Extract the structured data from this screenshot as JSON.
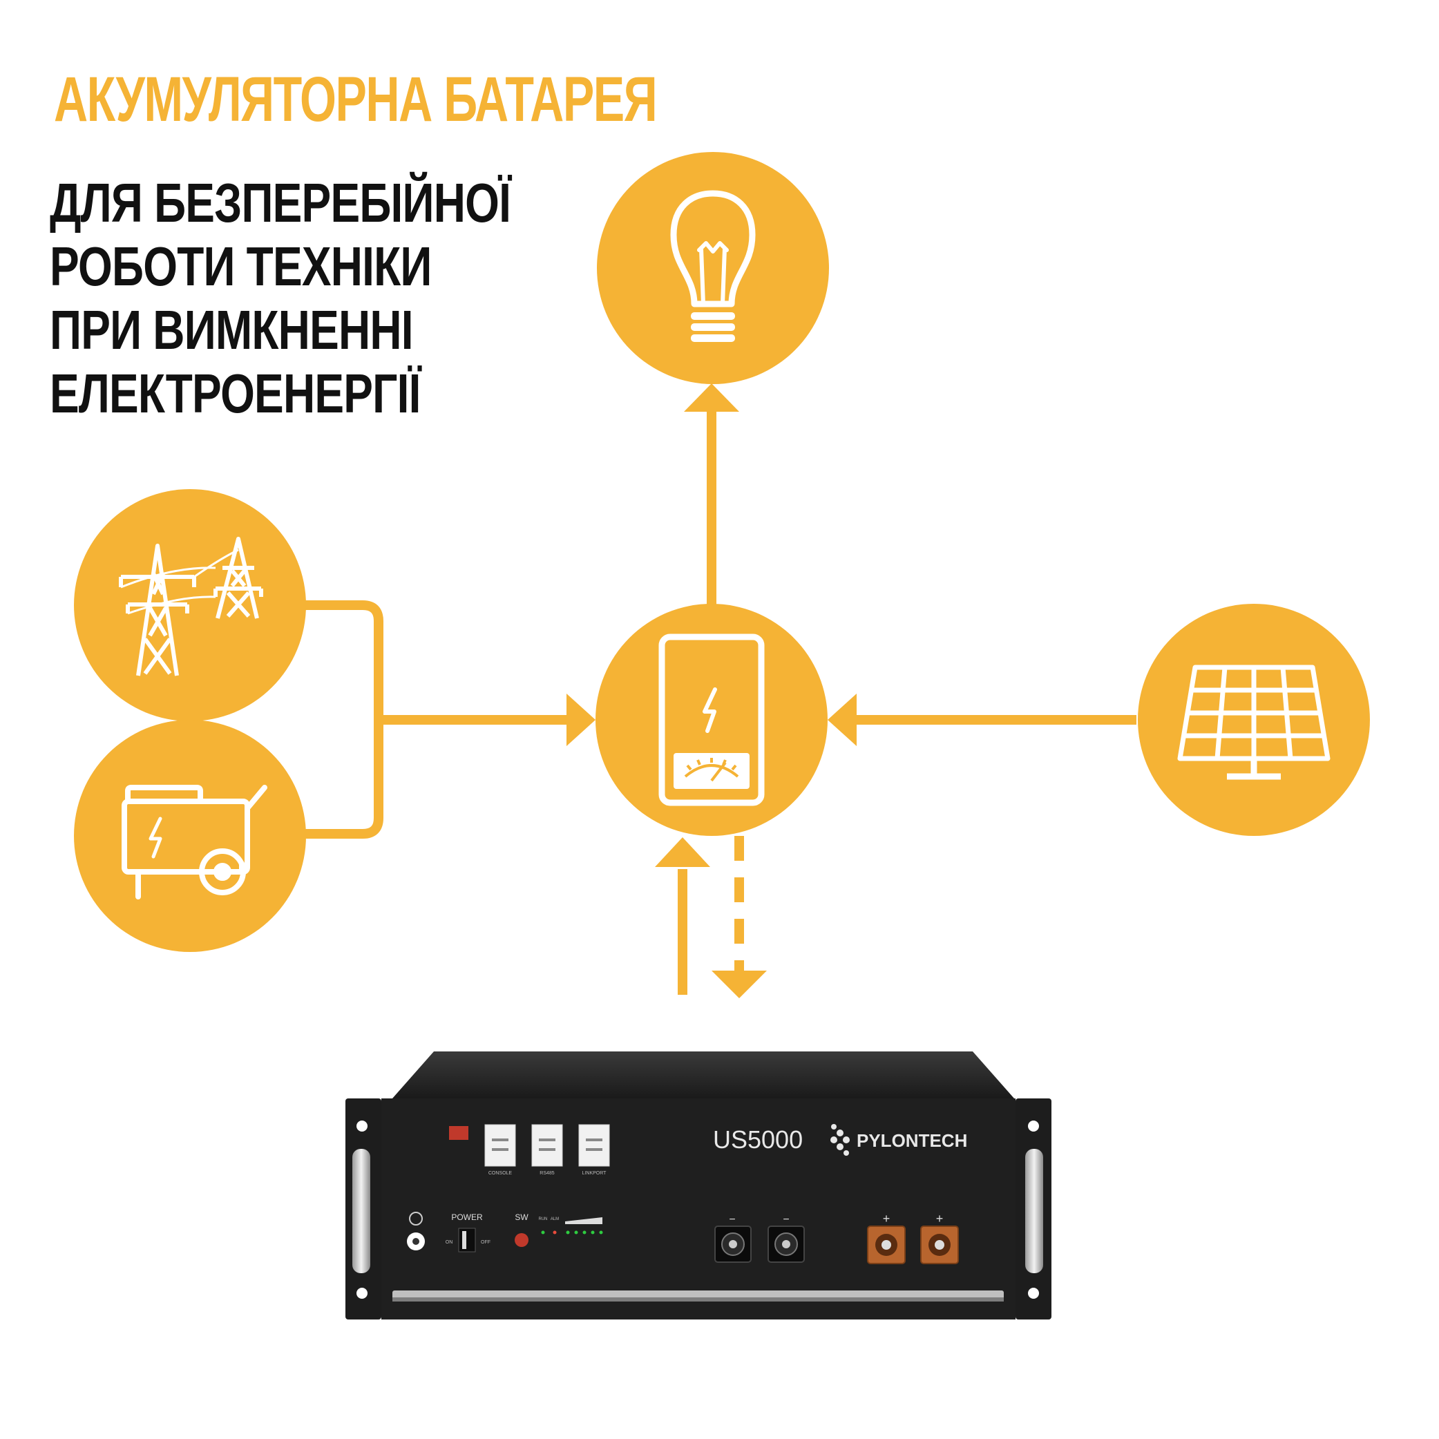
{
  "title": "АКУМУЛЯТОРНА БАТАРЕЯ",
  "subtitle_lines": [
    "ДЛЯ  БЕЗПЕРЕБІЙНОЇ",
    "РОБОТИ ТЕХНІКИ",
    "ПРИ ВИМКНЕННІ",
    "ЕЛЕКТРОЕНЕРГІЇ"
  ],
  "colors": {
    "accent": "#f5b335",
    "icon_stroke": "#ffffff",
    "text_dark": "#111111",
    "battery_body": "#1f1f1f",
    "terminal_positive": "#b8652e"
  },
  "nodes": {
    "lamp": {
      "icon": "light-bulb-icon"
    },
    "grid": {
      "icon": "power-tower-icon"
    },
    "generator": {
      "icon": "generator-icon"
    },
    "inverter": {
      "icon": "inverter-icon"
    },
    "solar": {
      "icon": "solar-panel-icon"
    }
  },
  "battery": {
    "model": "US5000",
    "brand": "PYLONTECH",
    "port_labels": [
      "CONSOLE",
      "RS485",
      "LINKPORT"
    ],
    "power_label": "POWER",
    "sw_label": "SW",
    "run_label": "RUN",
    "alm_label": "ALM",
    "on_label": "ON",
    "off_label": "OFF",
    "minus_label": "−",
    "plus_label": "+"
  }
}
